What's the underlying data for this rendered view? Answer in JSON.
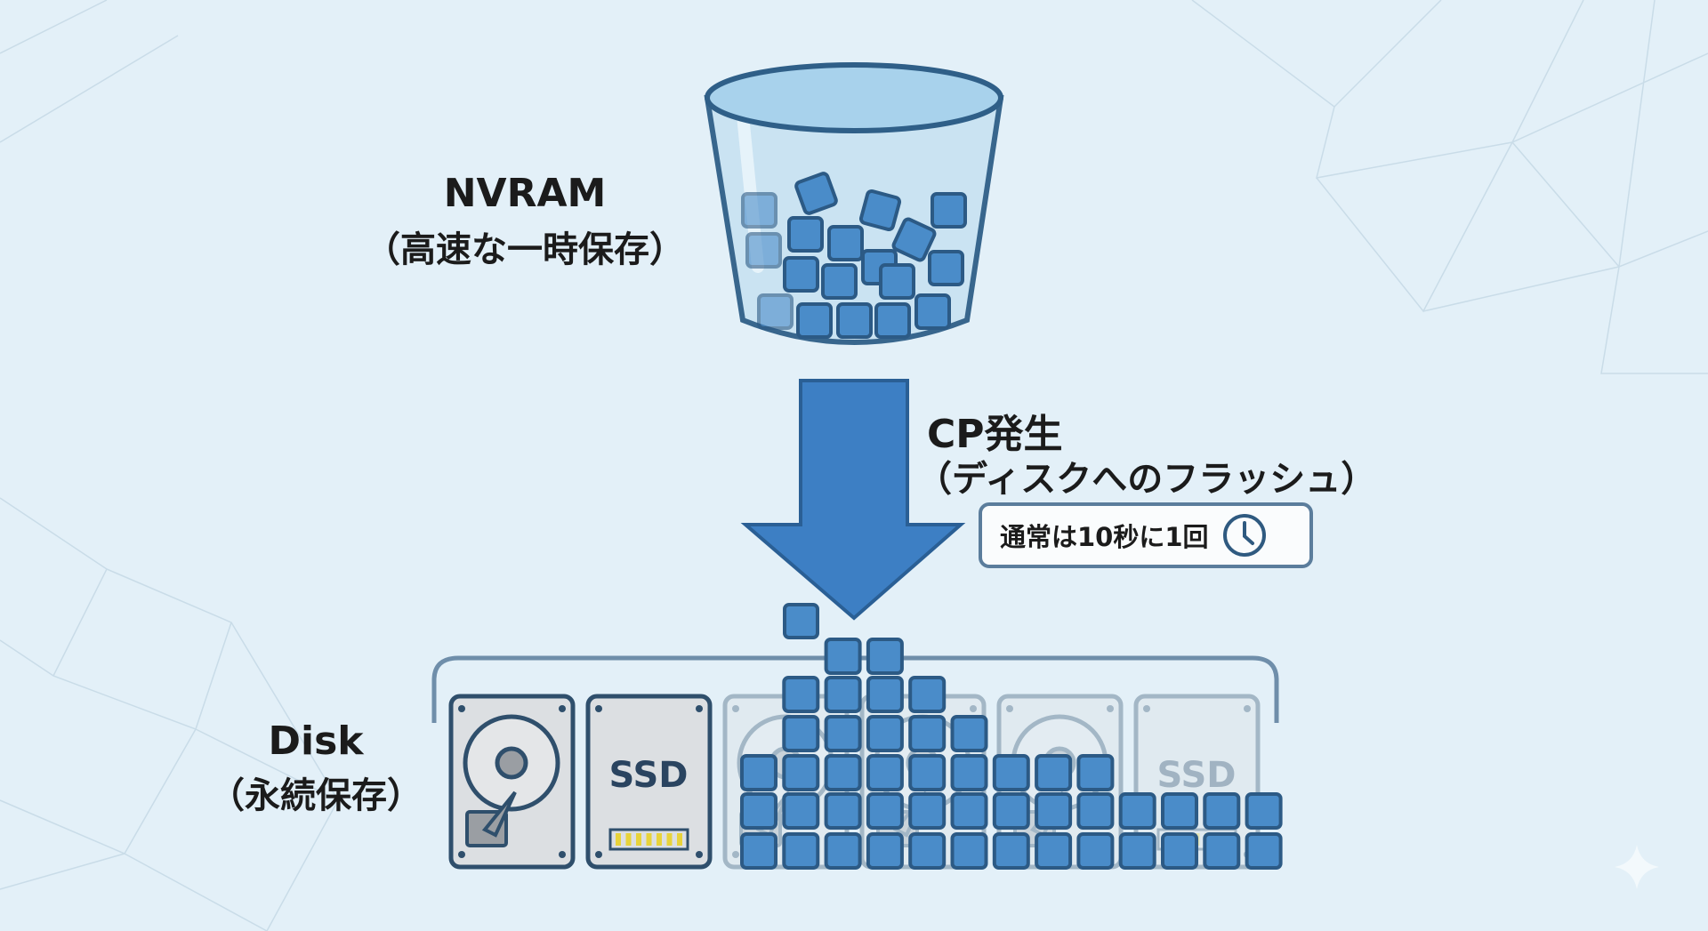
{
  "nvram": {
    "title": "NVRAM",
    "subtitle": "（高速な一時保存）"
  },
  "cp": {
    "title": "CP発生",
    "subtitle": "（ディスクへのフラッシュ）",
    "badge": "通常は10秒に1回",
    "badge_icon": "clock-icon"
  },
  "disk": {
    "title": "Disk",
    "subtitle": "（永続保存）",
    "ssd_label": "SSD"
  },
  "colors": {
    "background": "#e3f0f8",
    "block": "#4a8cc9",
    "block_border": "#2c5a85",
    "arrow": "#3d7fc4",
    "outline": "#5b7d9c"
  }
}
